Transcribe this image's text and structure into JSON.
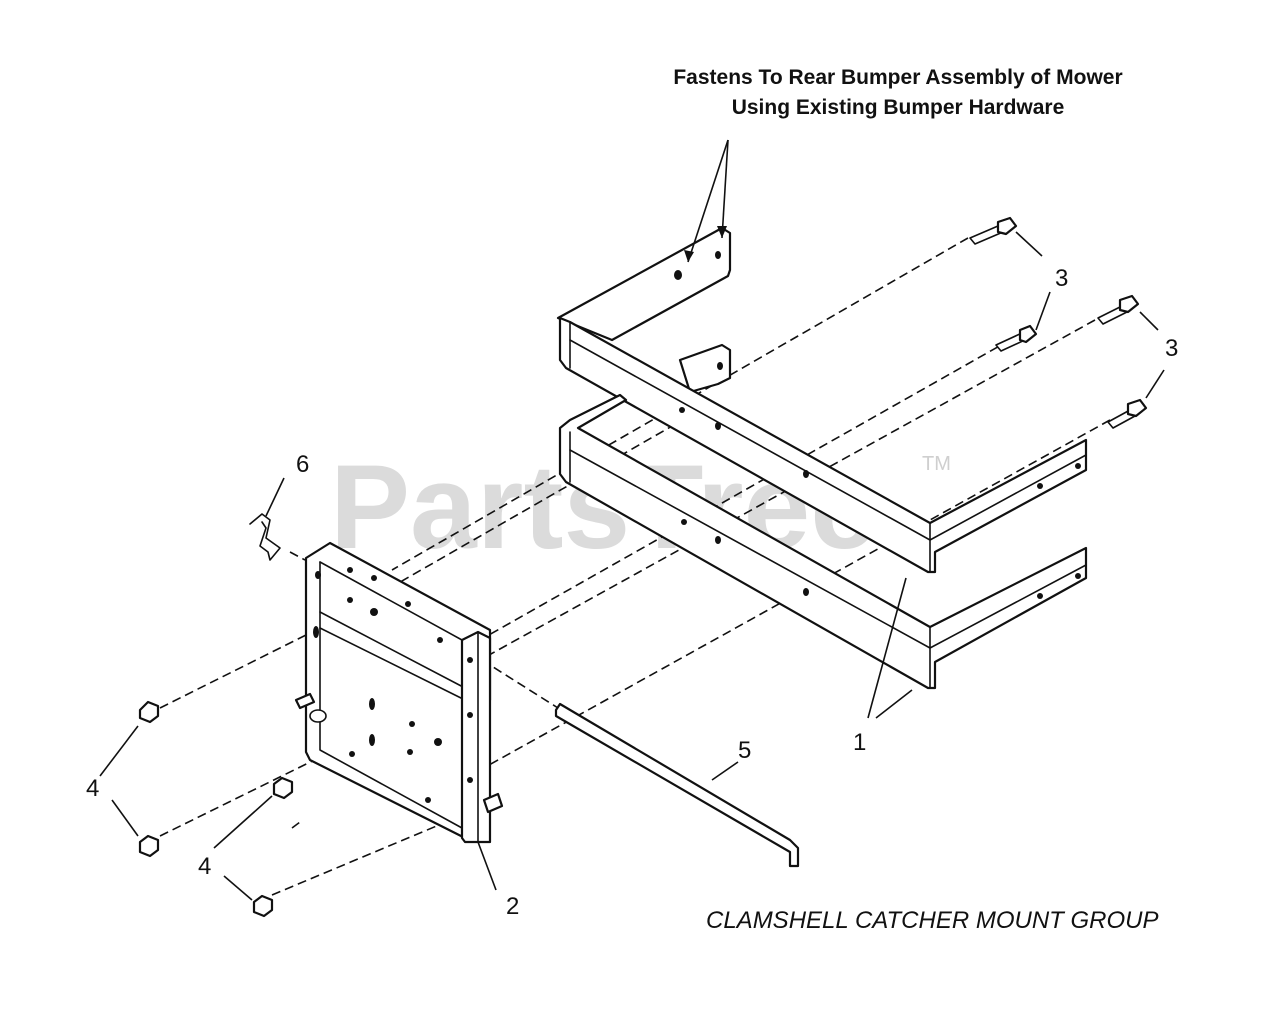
{
  "note": {
    "line1": "Fastens To Rear Bumper Assembly of Mower",
    "line2": "Using Existing Bumper Hardware"
  },
  "caption": "CLAMSHELL CATCHER MOUNT GROUP",
  "watermark": {
    "text": "PartsTree",
    "mark": "TM"
  },
  "callouts": {
    "c1": "1",
    "c2": "2",
    "c3a": "3",
    "c3b": "3",
    "c4a": "4",
    "c4b": "4",
    "c5": "5",
    "c6": "6"
  }
}
